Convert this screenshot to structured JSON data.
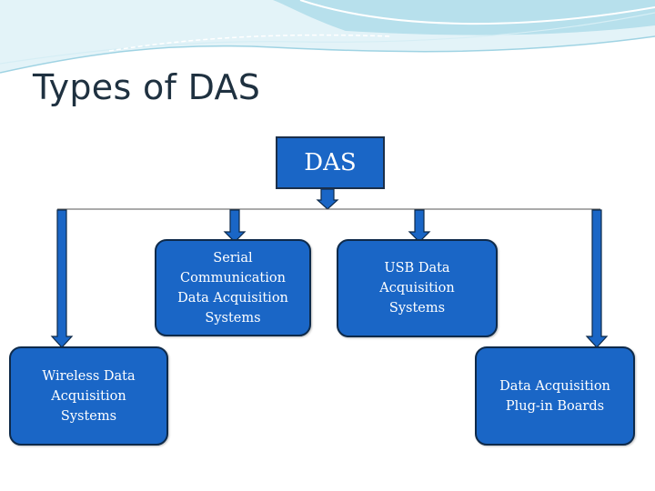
{
  "slide": {
    "title": "Types of DAS"
  },
  "diagram": {
    "root": "DAS",
    "children": [
      {
        "id": "serial",
        "label": "Serial\nCommunication\nData Acquisition\nSystems"
      },
      {
        "id": "usb",
        "label": "USB Data\nAcquisition\nSystems"
      },
      {
        "id": "wireless",
        "label": "Wireless Data\nAcquisition\nSystems"
      },
      {
        "id": "plugin",
        "label": "Data Acquisition\nPlug-in Boards"
      }
    ]
  },
  "colors": {
    "node_fill": "#1a66c6",
    "node_border": "#0e2a4a",
    "arrow_fill": "#1a66c6",
    "wave_light": "#cfe9f2",
    "wave_dark": "#7fc3d9"
  }
}
